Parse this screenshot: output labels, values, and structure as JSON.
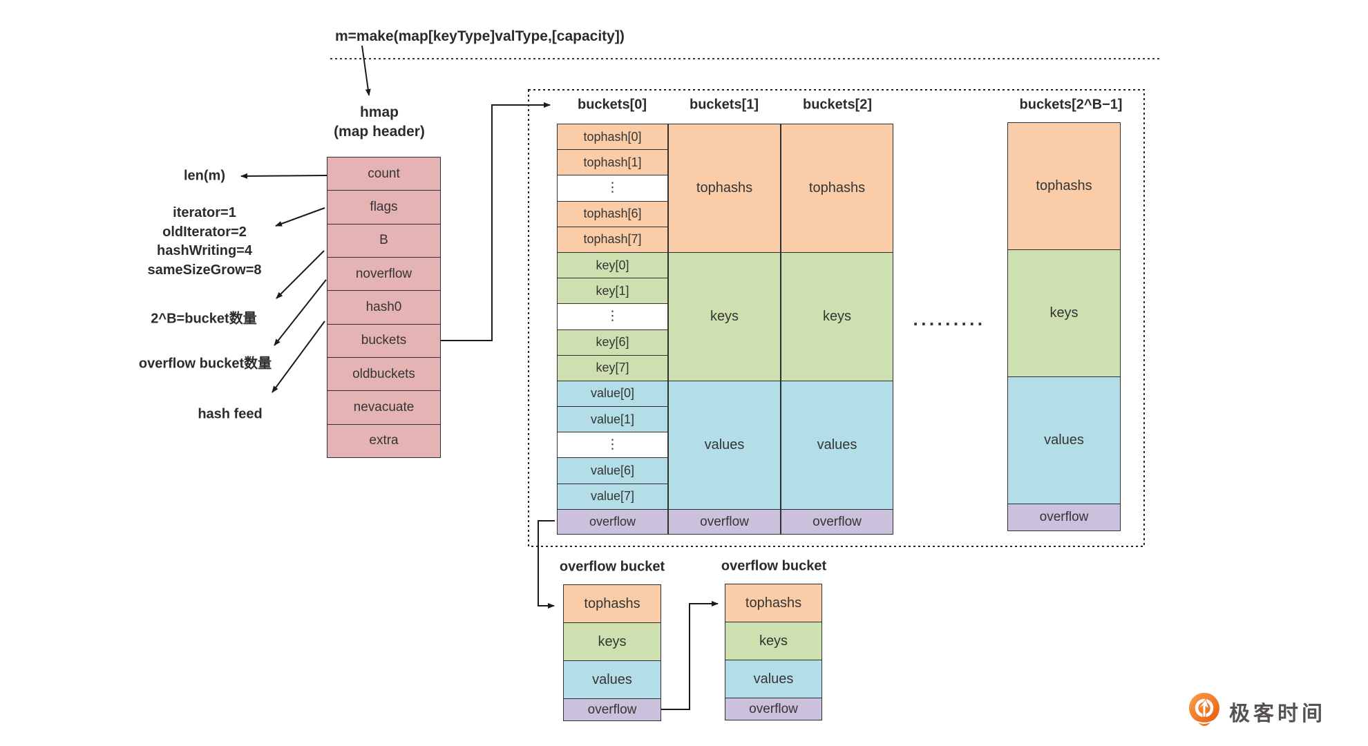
{
  "top": {
    "expression": "m=make(map[keyType]valType,[capacity])"
  },
  "hmap": {
    "title": "hmap",
    "subtitle": "(map header)",
    "fields": [
      "count",
      "flags",
      "B",
      "noverflow",
      "hash0",
      "buckets",
      "oldbuckets",
      "nevacuate",
      "extra"
    ]
  },
  "annotations": {
    "count": "len(m)",
    "flags": [
      "iterator=1",
      "oldIterator=2",
      "hashWriting=4",
      "sameSizeGrow=8"
    ],
    "b": "2^B=bucket数量",
    "noverflow": "overflow bucket数量",
    "hash0": "hash feed"
  },
  "panel": {
    "headers": [
      "buckets[0]",
      "buckets[1]",
      "buckets[2]",
      "buckets[2^B−1]"
    ],
    "bucket0_rows": [
      "tophash[0]",
      "tophash[1]",
      "⋮",
      "tophash[6]",
      "tophash[7]",
      "key[0]",
      "key[1]",
      "⋮",
      "key[6]",
      "key[7]",
      "value[0]",
      "value[1]",
      "⋮",
      "value[6]",
      "value[7]",
      "overflow"
    ],
    "summary_rows": [
      "tophashs",
      "keys",
      "values",
      "overflow"
    ],
    "ellipsis": "·········"
  },
  "overflow_buckets": {
    "label": "overflow bucket",
    "rows": [
      "tophashs",
      "keys",
      "values",
      "overflow"
    ]
  },
  "logo": {
    "text": "极客时间"
  },
  "colors": {
    "hmap_pink": "#e6b3b4",
    "tophash_orange": "#facda8",
    "keys_green": "#cee0b0",
    "values_blue": "#b4dee7",
    "overflow_purple": "#cbc1dd",
    "logo_orange": "#ee6a1d",
    "line_black": "#1a1a1a"
  }
}
